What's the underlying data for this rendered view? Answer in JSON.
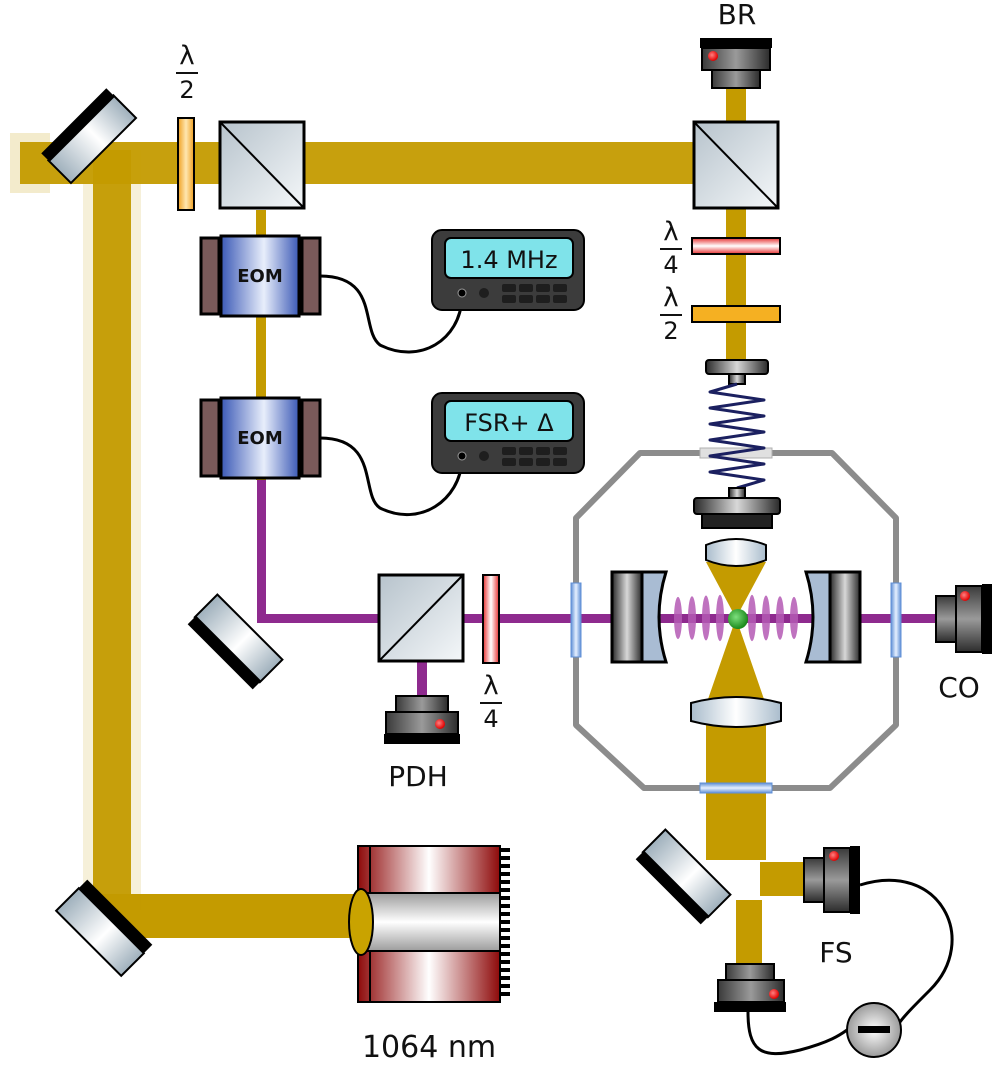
{
  "labels": {
    "br": "BR",
    "co": "CO",
    "pdh": "PDH",
    "fs": "FS",
    "laser": "1064 nm"
  },
  "eom": {
    "top": "EOM",
    "bottom": "EOM"
  },
  "generators": {
    "top_display": "1.4 MHz",
    "bottom_display": "FSR+ Δ"
  },
  "waveplates": {
    "lambda": "λ",
    "half_den": "2",
    "quarter_den": "4"
  },
  "colors": {
    "beam_1064": "#c9a000",
    "beam_purple": "#8e2a8e",
    "chamber": "#8c8c8c",
    "laser_body": "#8e0a0a",
    "lcd": "#7fe3ea",
    "particle": "#2fa82f"
  },
  "icons": [
    "mirror-icon",
    "polarizing-beam-splitter-icon",
    "waveplate-icon",
    "photodetector-icon",
    "lens-icon",
    "spring-icon",
    "subtractor-icon",
    "signal-generator-icon"
  ]
}
